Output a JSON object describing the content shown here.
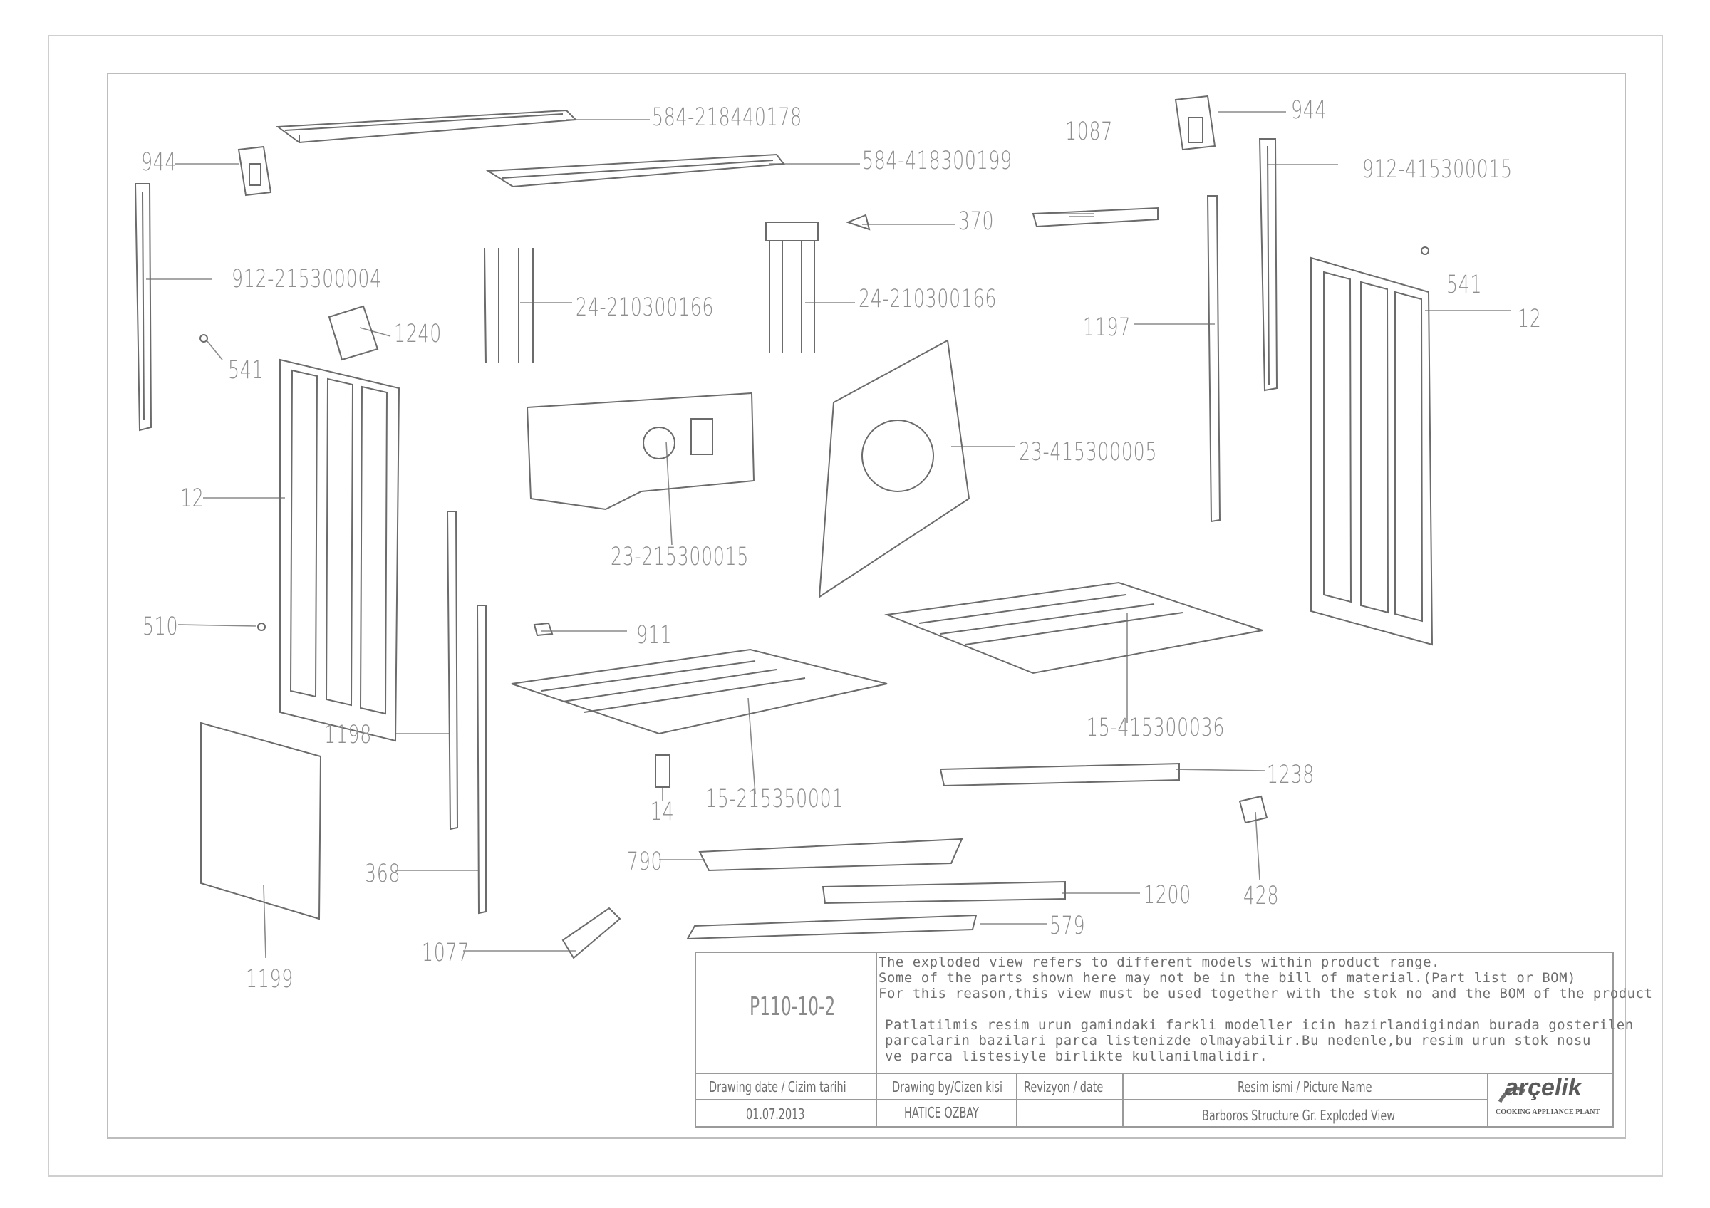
{
  "labels": {
    "p584a": "584-218440178",
    "p584b": "584-418300199",
    "p944_left": "944",
    "p944_right": "944",
    "p1087": "1087",
    "p912_right": "912-415300015",
    "p370": "370",
    "p912_left": "912-215300004",
    "p24_left": "24-210300166",
    "p24_right": "24-210300166",
    "p541_right": "541",
    "p12_right": "12",
    "p1240": "1240",
    "p541_left": "541",
    "p1197": "1197",
    "p23_right": "23-415300005",
    "p12_left": "12",
    "p23_left": "23-215300015",
    "p510": "510",
    "p911": "911",
    "p15_right": "15-415300036",
    "p1198": "1198",
    "p1238": "1238",
    "p14": "14",
    "p15_left": "15-215350001",
    "p428": "428",
    "p790": "790",
    "p368": "368",
    "p1200": "1200",
    "p579": "579",
    "p1077": "1077",
    "p1199": "1199"
  },
  "title_block": {
    "drawing_code": "P110-10-2",
    "note_en_1": "The exploded view refers to different models within product range.",
    "note_en_2": "Some of the parts shown here may not be in the bill of material.(Part list or BOM)",
    "note_en_3": "For this reason,this view must be used together with the stok no and the BOM of the product",
    "note_tr_1": "Patlatilmis resim urun gamindaki farkli modeller icin hazirlandigindan burada gosterilen",
    "note_tr_2": "parcalarin bazilari parca listenizde olmayabilir.Bu nedenle,bu resim urun stok nosu",
    "note_tr_3": "ve parca listesiyle birlikte kullanilmalidir.",
    "date_header": "Drawing date / Cizim tarihi",
    "date_value": "01.07.2013",
    "drawn_by_header": "Drawing by/Cizen kisi",
    "drawn_by_value": "HATICE OZBAY",
    "revision_header": "Revizyon / date",
    "revision_value": "",
    "picture_name_header": "Resim ismi / Picture Name",
    "picture_name_value": "Barboros Structure Gr. Exploded View",
    "brand": "arçelik",
    "plant": "COOKING APPLIANCE PLANT"
  }
}
